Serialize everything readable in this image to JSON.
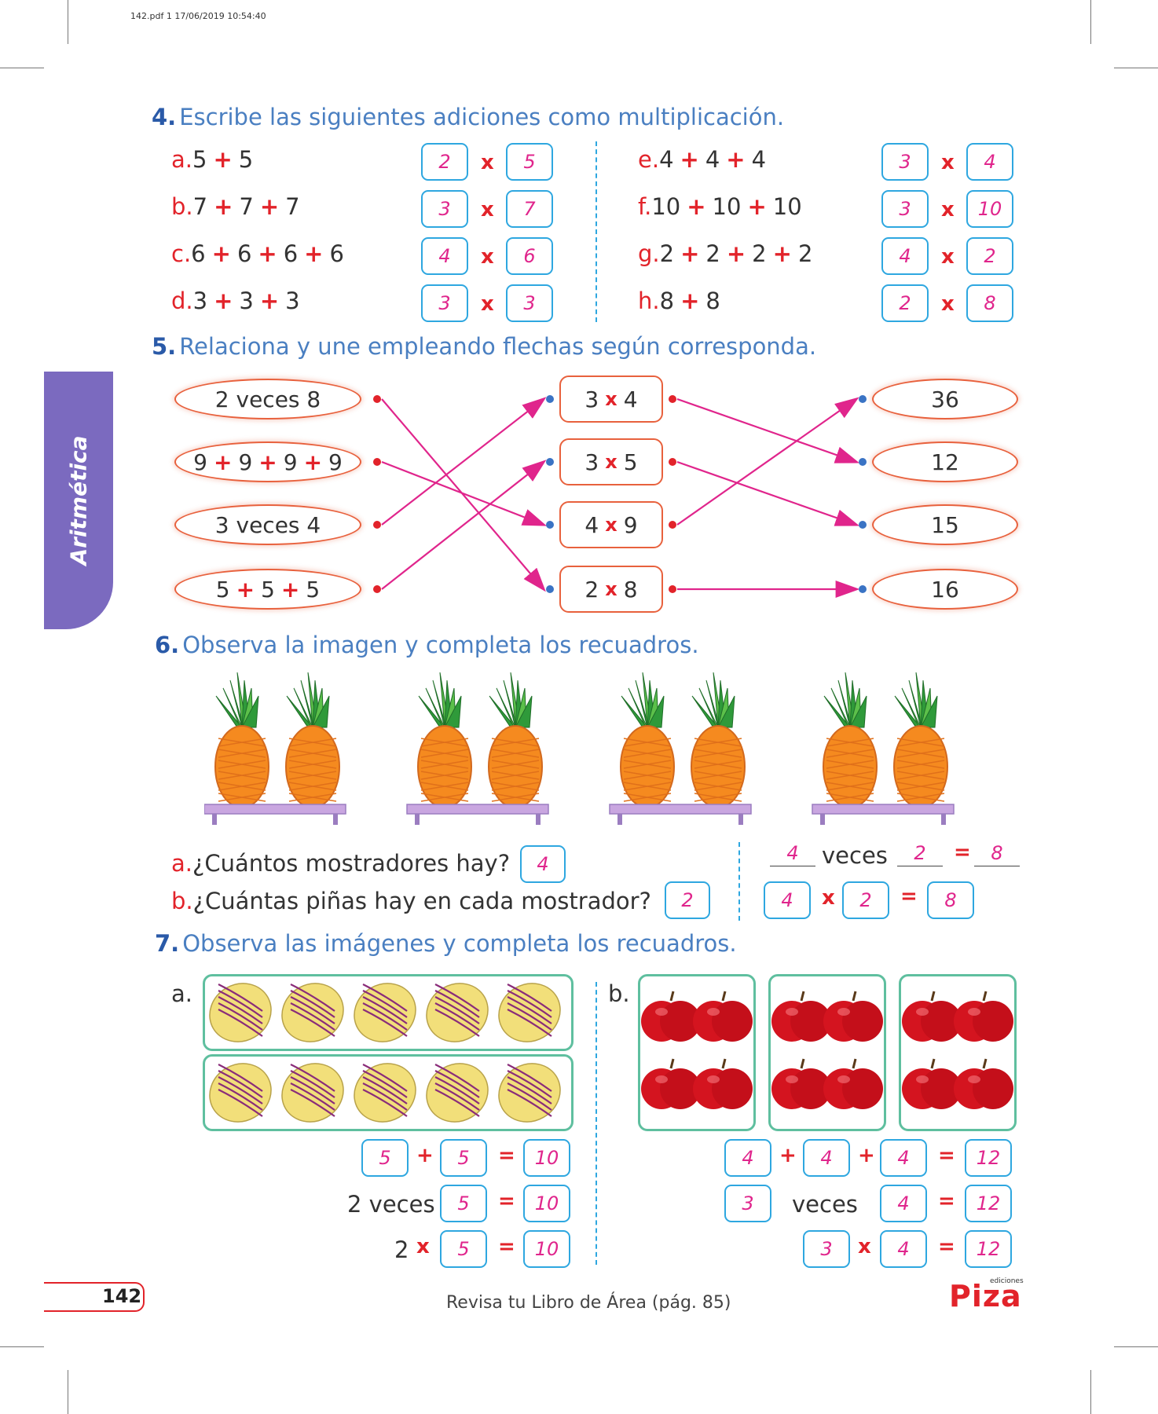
{
  "print_header": "142.pdf   1   17/06/2019   10:54:40",
  "side_tab": "Aritmética",
  "ex4": {
    "num": "4.",
    "title": "Escribe las siguientes adiciones como multiplicación.",
    "items": [
      {
        "letter": "a.",
        "expr": [
          "5",
          "5"
        ],
        "a": "2",
        "b": "5"
      },
      {
        "letter": "b.",
        "expr": [
          "7",
          "7",
          "7"
        ],
        "a": "3",
        "b": "7"
      },
      {
        "letter": "c.",
        "expr": [
          "6",
          "6",
          "6",
          "6"
        ],
        "a": "4",
        "b": "6"
      },
      {
        "letter": "d.",
        "expr": [
          "3",
          "3",
          "3"
        ],
        "a": "3",
        "b": "3"
      },
      {
        "letter": "e.",
        "expr": [
          "4",
          "4",
          "4"
        ],
        "a": "3",
        "b": "4"
      },
      {
        "letter": "f.",
        "expr": [
          "10",
          "10",
          "10"
        ],
        "a": "3",
        "b": "10"
      },
      {
        "letter": "g.",
        "expr": [
          "2",
          "2",
          "2",
          "2"
        ],
        "a": "4",
        "b": "2"
      },
      {
        "letter": "h.",
        "expr": [
          "8",
          "8"
        ],
        "a": "2",
        "b": "8"
      }
    ],
    "times": "x"
  },
  "ex5": {
    "num": "5.",
    "title": "Relaciona y une empleando flechas según corresponda.",
    "left": [
      "2 veces 8",
      "9 + 9 + 9 + 9",
      "3 veces 4",
      "5 + 5 + 5"
    ],
    "middle": [
      [
        "3",
        "4"
      ],
      [
        "3",
        "5"
      ],
      [
        "4",
        "9"
      ],
      [
        "2",
        "8"
      ]
    ],
    "right": [
      "36",
      "12",
      "15",
      "16"
    ],
    "links_left_to_middle": [
      3,
      2,
      0,
      1
    ],
    "links_middle_to_right": [
      1,
      2,
      0,
      3
    ]
  },
  "ex6": {
    "num": "6.",
    "title": "Observa la imagen y completa los recuadros.",
    "qa_letter": "a.",
    "qa": "¿Cuántos mostradores hay?",
    "qa_ans": "4",
    "qb_letter": "b.",
    "qb": "¿Cuántas piñas hay en cada mostrador?",
    "qb_ans": "2",
    "line1": {
      "a": "4",
      "word": "veces",
      "b": "2",
      "eq": "=",
      "c": "8"
    },
    "line2": {
      "a": "4",
      "x": "x",
      "b": "2",
      "eq": "=",
      "c": "8"
    }
  },
  "ex7": {
    "num": "7.",
    "title": "Observa las imágenes y completa los recuadros.",
    "a": {
      "letter": "a.",
      "sum": [
        "5",
        "5",
        "10"
      ],
      "veces_n": "2",
      "veces_word": "veces",
      "veces": [
        "5",
        "10"
      ],
      "mul_n": "2",
      "mul": [
        "5",
        "10"
      ]
    },
    "b": {
      "letter": "b.",
      "sum": [
        "4",
        "4",
        "4",
        "12"
      ],
      "veces": [
        "3",
        "veces",
        "4",
        "12"
      ],
      "mul": [
        "3",
        "4",
        "12"
      ]
    }
  },
  "footer": {
    "page": "142",
    "ref": "Revisa tu Libro de Área (pág. 85)",
    "brand": "Piza",
    "brand_small": "ediciones"
  },
  "colors": {
    "accent_red": "#e2232a",
    "blue_title": "#4a7fc1",
    "answer": "#e0258c",
    "box_border": "#2ea7e0",
    "purple_tab": "#7b6abf",
    "arrow": "#e0258c"
  }
}
